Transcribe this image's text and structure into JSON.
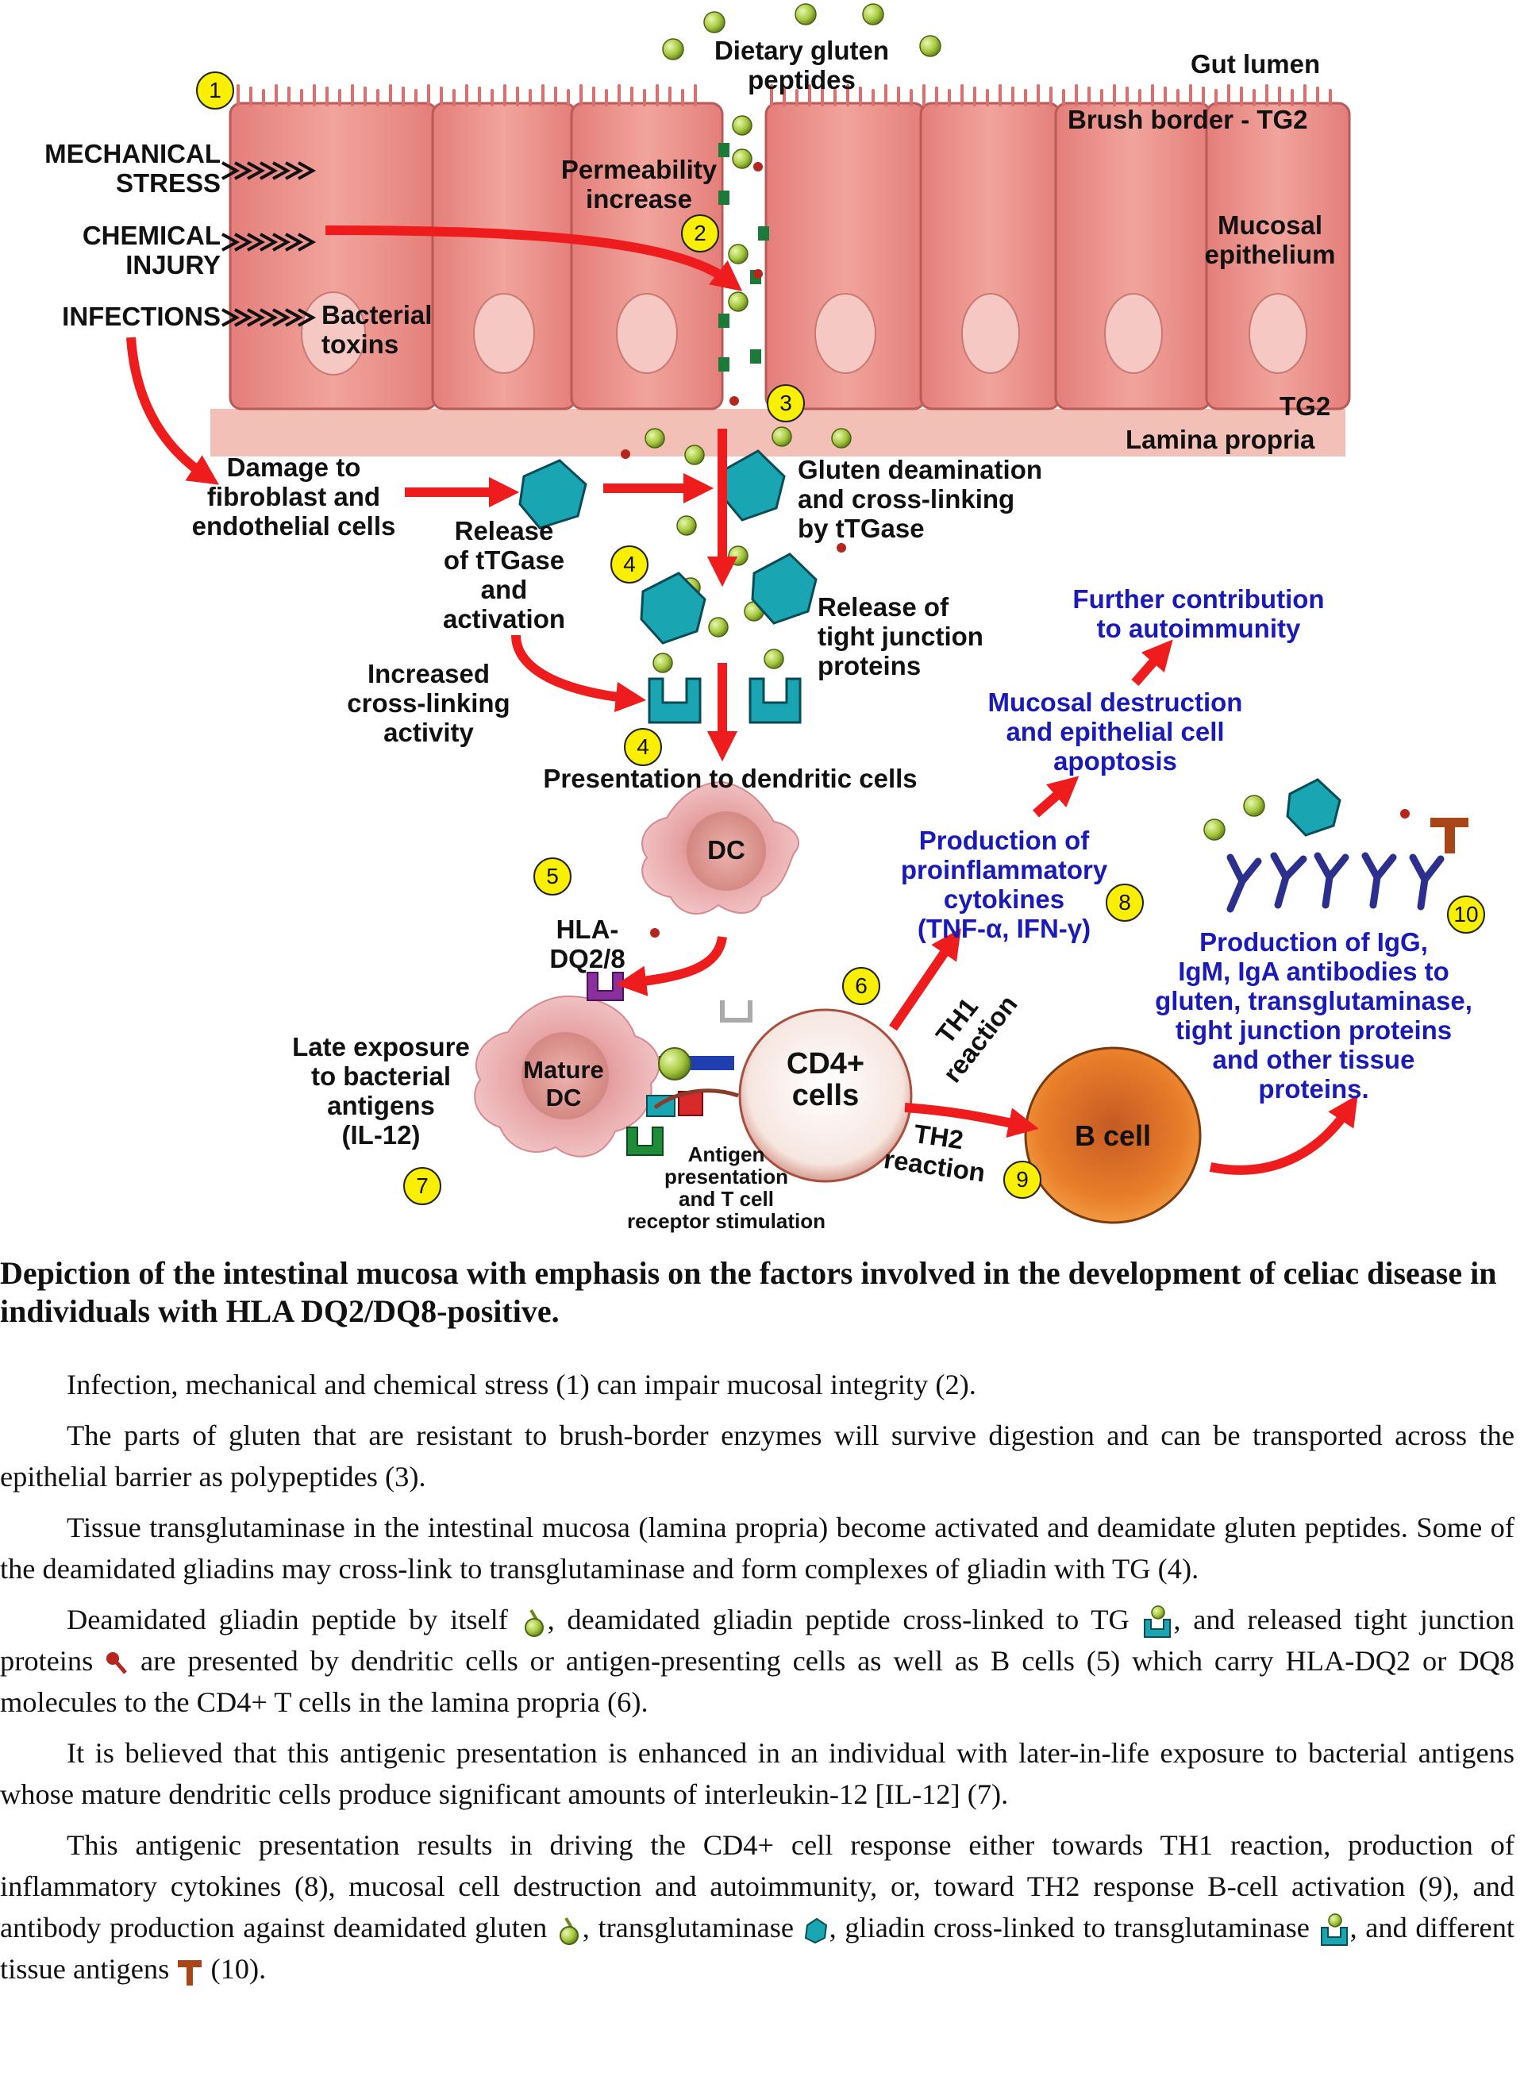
{
  "labels": {
    "dietary_gluten": "Dietary gluten\npeptides",
    "gut_lumen": "Gut lumen",
    "brush_border": "Brush border - TG2",
    "mechanical_stress": "MECHANICAL\nSTRESS",
    "permeability": "Permeability\nincrease",
    "chemical_injury": "CHEMICAL\nINJURY",
    "mucosal_epithelium": "Mucosal\nepithelium",
    "infections": "INFECTIONS",
    "bacterial_toxins": "Bacterial\ntoxins",
    "tg2": "TG2",
    "lamina_propria": "Lamina propria",
    "damage": "Damage to\nfibroblast and\nendothelial cells",
    "gluten_deamination": "Gluten deamination\nand cross-linking\nby tTGase",
    "release_ttgase": "Release\nof tTGase\nand\nactivation",
    "release_tight": "Release of\ntight junction\nproteins",
    "further_contribution": "Further contribution\nto autoimmunity",
    "increased_crosslinking": "Increased\ncross-linking\nactivity",
    "mucosal_destruction": "Mucosal destruction\nand epithelial cell\napoptosis",
    "presentation_dc": "Presentation to dendritic cells",
    "production_proinflammatory": "Production of\nproinflammatory\ncytokines\n(TNF-α, IFN-γ)",
    "dc": "DC",
    "hla": "HLA-\nDQ2/8",
    "late_exposure": "Late exposure\nto bacterial\nantigens\n(IL-12)",
    "mature_dc": "Mature\nDC",
    "cd4": "CD4+\ncells",
    "th1": "TH1\nreaction",
    "th2": "TH2\nreaction",
    "b_cell": "B cell",
    "antibodies": "Production of IgG,\nIgM, IgA antibodies to\ngluten, transglutaminase,\ntight junction proteins\nand other tissue\nproteins.",
    "antigen_presentation": "Antigen\npresentation\nand T cell\nreceptor stimulation"
  },
  "step_numbers": {
    "n1": "1",
    "n2": "2",
    "n3": "3",
    "n4a": "4",
    "n4b": "4",
    "n5": "5",
    "n6": "6",
    "n7": "7",
    "n8": "8",
    "n9": "9",
    "n10": "10"
  },
  "caption": "Depiction of the intestinal mucosa with emphasis on the factors involved in the development of celiac disease in individuals with HLA DQ2/DQ8-positive.",
  "paragraphs": {
    "p1": "Infection, mechanical and chemical stress (1) can impair mucosal integrity (2).",
    "p2": "The parts of gluten that are resistant to brush-border enzymes will survive digestion and can be transported across the epithelial barrier as polypeptides (3).",
    "p3": "Tissue transglutaminase in the intestinal mucosa (lamina propria) become activated and deamidate gluten peptides. Some of the deamidated gliadins may cross-link to transglutaminase and form complexes of gliadin with TG (4).",
    "p4a": "Deamidated gliadin peptide by itself",
    "p4b": ", deamidated gliadin peptide cross-linked to TG",
    "p4c": ", and released tight junction proteins",
    "p4d": " are presented by dendritic cells or antigen-presenting cells as well as B cells (5) which carry HLA-DQ2 or DQ8 molecules to the CD4+ T cells in the lamina propria (6).",
    "p5": "It is believed that this antigenic presentation is enhanced in an individual with later-in-life exposure to bacterial antigens whose mature dendritic cells produce significant amounts of interleukin-12 [IL-12] (7).",
    "p6a": "This antigenic presentation results in driving the CD4+ cell response either towards TH1 reaction, production of inflammatory cytokines (8), mucosal cell destruction and autoimmunity, or, toward TH2 response B-cell activation (9), and antibody production against deamidated gluten",
    "p6b": ", transglutaminase",
    "p6c": ", gliadin cross-linked to transglutaminase",
    "p6d": ", and different tissue antigens",
    "p6e": " (10)."
  },
  "colors": {
    "epithelium": "#e88a86",
    "lamina": "#f3c3b8",
    "arrow": "#ee1c1c",
    "gluten": "#9cc23a",
    "ttgase": "#1aa3b0",
    "antibody": "#2b2f8e",
    "dc": "#e8a0a4",
    "bcell": "#e0701e",
    "blue_text": "#1a1ab8"
  }
}
